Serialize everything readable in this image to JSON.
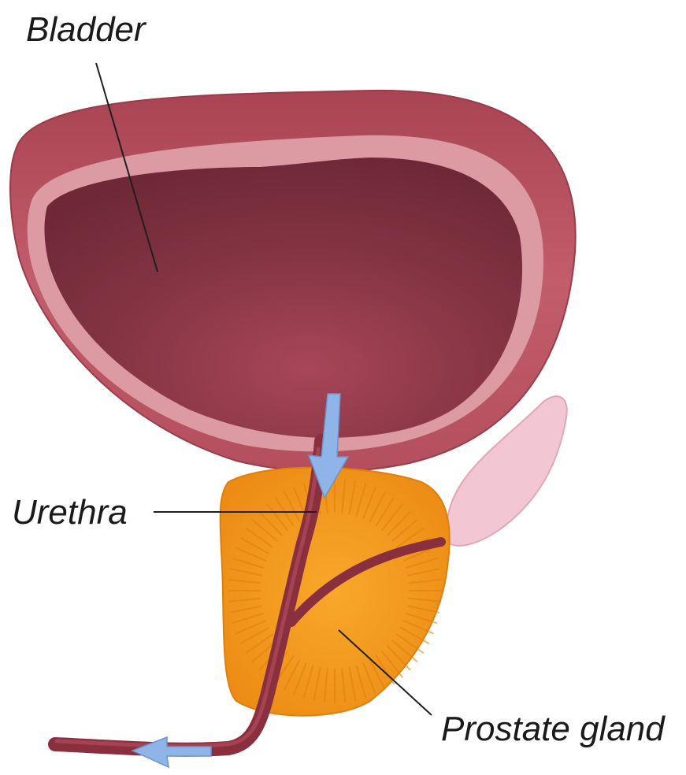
{
  "labels": {
    "bladder": "Bladder",
    "urethra": "Urethra",
    "prostate": "Prostate gland"
  },
  "colors": {
    "bladder_outer": "#b5505e",
    "bladder_rim": "#dc9aa2",
    "bladder_inner": "#7c2f3d",
    "prostate": "#f39a1e",
    "urethra": "#8a2f3e",
    "flow_arrow": "#8fb4e8",
    "seminal_vesicle": "#f2c6d3"
  },
  "icons": [
    "flow-arrow-icon"
  ]
}
